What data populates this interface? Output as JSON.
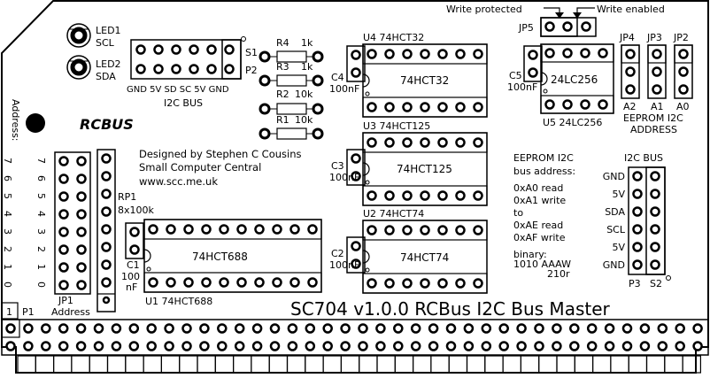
{
  "board": {
    "title": "SC704 v1.0.0 RCBus I2C Bus Master",
    "logo": "RCBUS",
    "credit_1": "Designed by Stephen C Cousins",
    "credit_2": "Small Computer Central",
    "credit_3": "www.scc.me.uk"
  },
  "leds": {
    "led1": "LED1",
    "led1_sig": "SCL",
    "led2": "LED2",
    "led2_sig": "SDA"
  },
  "header_s1": {
    "s1": "S1",
    "p2": "P2",
    "pin_labels": "GND 5V SD SC 5V GND",
    "bus_label": "I2C BUS"
  },
  "resistors": [
    {
      "ref": "R4",
      "value": "1k"
    },
    {
      "ref": "R3",
      "value": "1k"
    },
    {
      "ref": "R2",
      "value": "10k"
    },
    {
      "ref": "R1",
      "value": "10k"
    }
  ],
  "chips": {
    "u4": {
      "header": "U4  74HCT32",
      "body": "74HCT32",
      "cap": "C4",
      "cap_value": "100nF"
    },
    "u3": {
      "header": "U3  74HCT125",
      "body": "74HCT125",
      "cap": "C3",
      "cap_value": "100nF"
    },
    "u2": {
      "header": "U2  74HCT74",
      "body": "74HCT74",
      "cap": "C2",
      "cap_value": "100nF"
    },
    "u1": {
      "footer": "U1  74HCT688",
      "body": "74HCT688",
      "cap": "C1",
      "cap_value_1": "100",
      "cap_value_2": "nF"
    },
    "u5": {
      "footer": "U5 24LC256",
      "body": "24LC256",
      "cap": "C5",
      "cap_value": "100nF"
    }
  },
  "write_protect": {
    "protected": "Write protected",
    "enabled": "Write enabled",
    "jumper": "JP5"
  },
  "eeprom_addr": {
    "jumpers": [
      {
        "ref": "JP4",
        "pin": "A2"
      },
      {
        "ref": "JP3",
        "pin": "A1"
      },
      {
        "ref": "JP2",
        "pin": "A0"
      }
    ],
    "caption_1": "EEPROM I2C",
    "caption_2": "ADDRESS"
  },
  "notes": {
    "l1": "EEPROM I2C",
    "l2": "bus address:",
    "l3": "0xA0 read",
    "l4": "0xA1 write",
    "l5": "to",
    "l6": "0xAE read",
    "l7": "0xAF write",
    "l8": "binary:",
    "l9": "1010 AAAW",
    "l10": "210r"
  },
  "i2c_header": {
    "title": "I2C BUS",
    "pins": [
      "GND",
      "5V",
      "SDA",
      "SCL",
      "5V",
      "GND"
    ],
    "p3": "P3",
    "s2": "S2"
  },
  "address": {
    "label": "Address:",
    "digits": [
      "7",
      "6",
      "5",
      "4",
      "3",
      "2",
      "1",
      "0"
    ],
    "jp1": "JP1",
    "jp1_caption": "Address",
    "rp1": "RP1",
    "rp1_value": "8x100k"
  },
  "bus": {
    "pin1": "1",
    "p1": "P1"
  }
}
